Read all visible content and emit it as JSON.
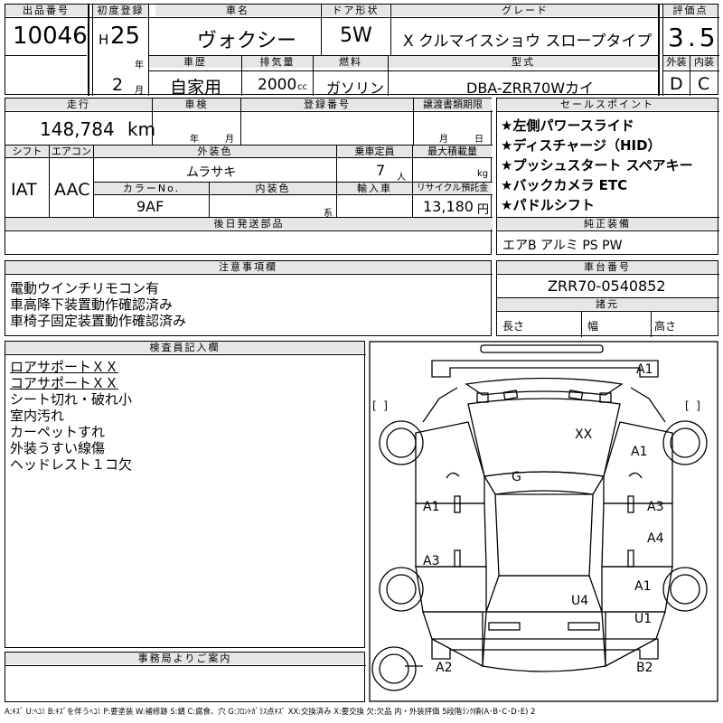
{
  "header": {
    "lot_label": "出品番号",
    "lot_number": "10046",
    "first_reg_label": "初度登録",
    "era_letter": "H",
    "year": "25",
    "year_unit": "年",
    "month": "2",
    "month_unit": "月",
    "name_label": "車名",
    "name": "ヴォクシー",
    "door_label": "ドア形状",
    "door": "5W",
    "grade_label": "グレード",
    "grade": "X クルマイスショウ スロープタイプ",
    "score_label": "評価点",
    "score": "3.5",
    "history_label": "車歴",
    "history": "自家用",
    "displacement_label": "排気量",
    "displacement": "2000",
    "displacement_unit": "cc",
    "fuel_label": "燃料",
    "fuel": "ガソリン",
    "model_label": "型式",
    "model": "DBA-ZRR70Wカイ",
    "ext_label": "外装",
    "ext_grade": "D",
    "int_label": "内装",
    "int_grade": "C"
  },
  "row2": {
    "mileage_label": "走行",
    "mileage": "148,784",
    "mileage_unit": "km",
    "inspection_label": "車検",
    "inspection_year_unit": "年",
    "inspection_month_unit": "月",
    "reg_label": "登録番号",
    "transfer_label": "譲渡書類期限",
    "transfer_month_unit": "月",
    "transfer_day_unit": "日",
    "shift_label": "シフト",
    "shift": "IAT",
    "ac_label": "エアコン",
    "ac": "AAC",
    "color_label": "外装色",
    "color": "ムラサキ",
    "capacity_label": "乗車定員",
    "capacity": "7",
    "capacity_unit": "人",
    "load_label": "最大積載量",
    "load_unit": "kg",
    "color_no_label": "カラーNo.",
    "color_no": "9AF",
    "int_color_label": "内装色",
    "int_color_unit": "系",
    "import_label": "輸入車",
    "recycle_label": "リサイクル預託金",
    "recycle": "13,180",
    "recycle_unit": "円",
    "later_parts_label": "後日発送部品"
  },
  "sales_points": {
    "label": "セールスポイント",
    "items": [
      "★左側パワースライド",
      "★ディスチャージ（HID）",
      "★プッシュスタート スペアキー",
      "★バックカメラ ETC",
      "★パドルシフト"
    ]
  },
  "equipment": {
    "label": "純正装備",
    "value": "エアB アルミ PS PW"
  },
  "notes": {
    "label": "注意事項欄",
    "items": [
      "電動ウインチリモコン有",
      "車高降下装置動作確認済み",
      "車椅子固定装置動作確認済み"
    ]
  },
  "chassis": {
    "label": "車台番号",
    "value": "ZRR70-0540852"
  },
  "specs": {
    "label": "諸元",
    "length": "長さ",
    "width": "幅",
    "height": "高さ"
  },
  "inspector": {
    "label": "検査員記入欄",
    "items": [
      {
        "text": "ロアサポートＸＸ",
        "underline": true
      },
      {
        "text": "コアサポートＸＸ",
        "underline": true
      },
      {
        "text": "シート切れ・破れ小",
        "underline": false
      },
      {
        "text": "室内汚れ",
        "underline": false
      },
      {
        "text": "カーペットすれ",
        "underline": false
      },
      {
        "text": "外装うすい線傷",
        "underline": false
      },
      {
        "text": "ヘッドレスト１コ欠",
        "underline": false
      }
    ]
  },
  "office": {
    "label": "事務局よりご案内"
  },
  "diagram_marks": {
    "hood_front": "A1",
    "hood": "XX",
    "fender_front_right": "A1",
    "roof": "G",
    "front_door_left": "A1",
    "front_door_right": "A3",
    "rear_door_left": "A3",
    "rear_door_right": "A4",
    "rear_quarter_right": "A1",
    "rear_glass": "U4",
    "rear_right": "U1",
    "bumper_left": "A2",
    "bumper_right": "B2",
    "bracket_left": "[  ]",
    "bracket_right": "[  ]"
  },
  "legend": "A:ｷｽﾞ U:ﾍｺﾐ B:ｷｽﾞを伴うﾍｺﾐ P:要塗装 W:補修跡 S:錆 C:腐食、穴 G:ﾌﾛﾝﾄｶﾞﾗｽ点ｷｽﾞ XX:交換済み X:要交換 欠:欠品 内・外装評価 5段階ﾗﾝｸ順(A･B･C･D･E) 2"
}
